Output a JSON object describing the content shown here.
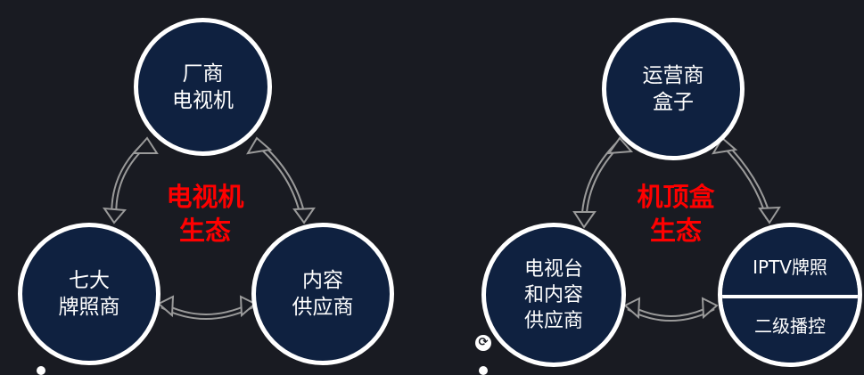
{
  "colors": {
    "background": "#191b22",
    "node_fill": "#0f2140",
    "node_border": "#ffffff",
    "eco_text": "#ff0000",
    "arrow": "#9a9a9a"
  },
  "left": {
    "top_node": "厂商\n电视机",
    "bottom_left_node": "七大\n牌照商",
    "bottom_right_node": "内容\n供应商",
    "center_label": "电视机\n生态"
  },
  "right": {
    "top_node": "运营商\n盒子",
    "bottom_left_node": "电视台\n和内容\n供应商",
    "split_node_top": "IPTV牌照",
    "split_node_bottom": "二级播控",
    "center_label": "机顶盒\n生态"
  },
  "ui": {
    "rotate_icon": "rotate-handle-icon"
  }
}
